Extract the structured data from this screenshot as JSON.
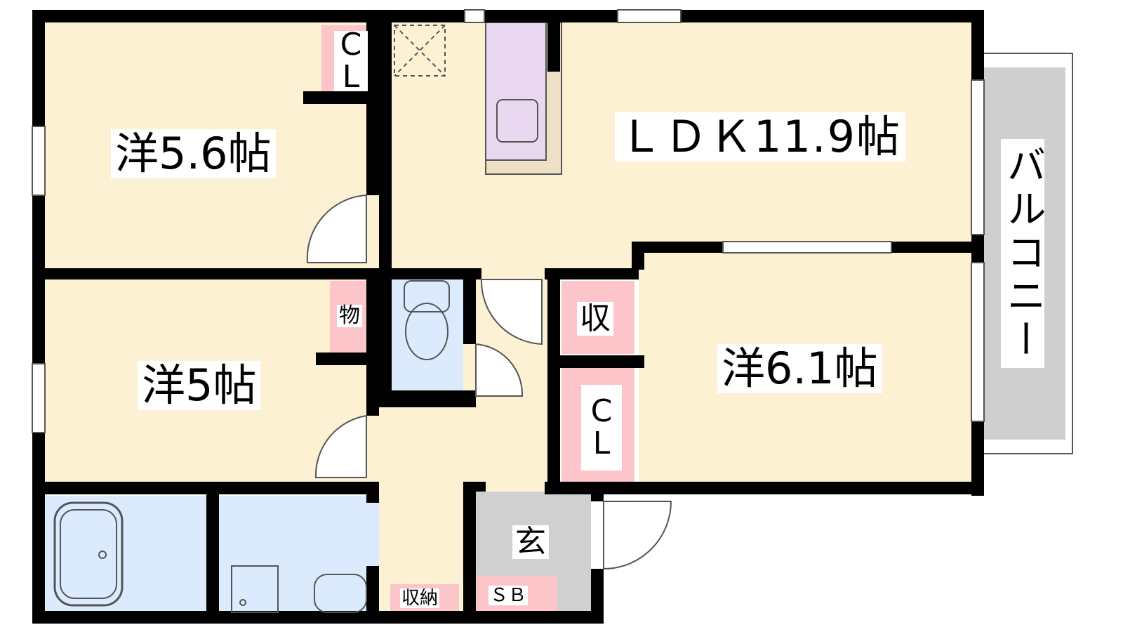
{
  "rooms": {
    "western_a": "洋5.6帖",
    "ldk": "ＬＤＫ11.9帖",
    "western_b": "洋5帖",
    "western_c": "洋6.1帖",
    "balcony": "バルコニー",
    "entrance": "玄",
    "closet_a_c": "C",
    "closet_a_l": "L",
    "storage_mono": "物",
    "storage_shu": "収",
    "closet_b_c": "C",
    "closet_b_l": "L",
    "storage_hall": "収納",
    "shoe_box": "ＳＢ"
  },
  "colors": {
    "room_floor": "#fdf1d3",
    "wet_area": "#dbeafd",
    "kitchen": "#e9d8f0",
    "kitchen_counter": "#efe0c6",
    "storage": "#fbc5c9",
    "entrance": "#d0d0d0",
    "balcony": "#cfcfcf",
    "wall": "#000000"
  }
}
